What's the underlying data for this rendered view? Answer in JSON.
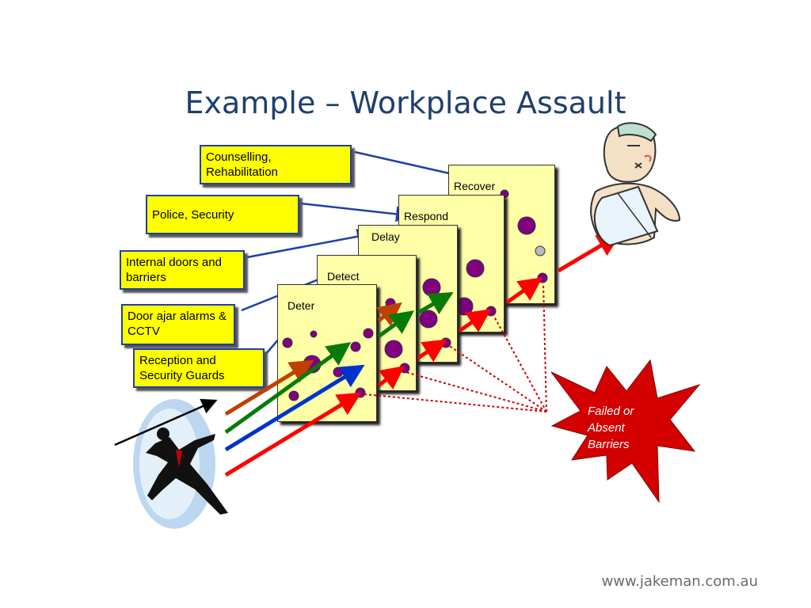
{
  "title": "Example – Workplace Assault",
  "footer": "www.jakeman.com.au",
  "labels": {
    "counselling": "Counselling, Rehabilitation",
    "police": "Police, Security",
    "internal_doors": "Internal doors and barriers",
    "door_alarms": "Door ajar alarms & CCTV",
    "reception": "Reception and Security Guards"
  },
  "stages": {
    "deter": "Deter",
    "detect": "Detect",
    "delay": "Delay",
    "respond": "Respond",
    "recover": "Recover"
  },
  "failed_barriers": "Failed or Absent Barriers",
  "colors": {
    "title": "#1f3f6e",
    "label_fill": "#ffff00",
    "label_border": "#1f3fa8",
    "card_fill": "#ffffa8",
    "hole": "#800080",
    "star": "#d40000",
    "arrow_red": "#ff0000",
    "arrow_blue": "#0033cc",
    "arrow_green": "#087a08",
    "arrow_orange": "#c04000"
  }
}
